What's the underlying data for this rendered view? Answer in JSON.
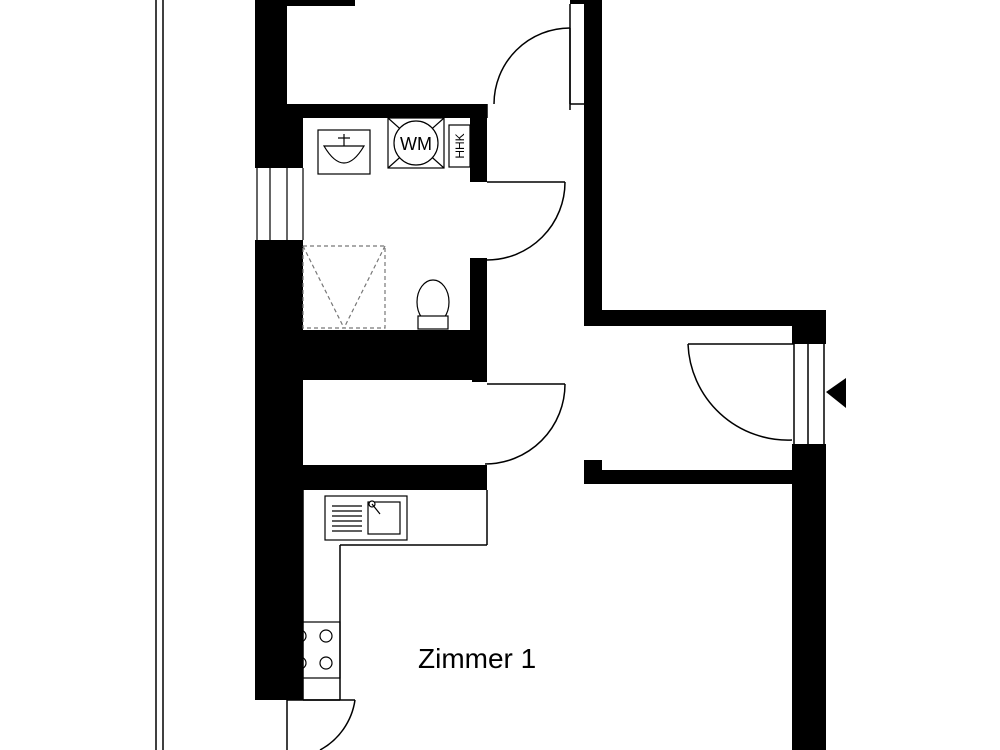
{
  "plan": {
    "rooms": {
      "zimmer_1": "Zimmer 1"
    },
    "fixtures": {
      "washing_machine": "WM",
      "hhk": "HHK"
    },
    "icons": {
      "entrance_marker": "entrance-arrow-icon",
      "sink": "washbasin-icon",
      "toilet": "toilet-icon",
      "shower": "shower-tray-icon",
      "kitchen_sink": "kitchen-sink-icon",
      "stove": "stove-icon"
    },
    "colors": {
      "wall": "#000000",
      "background": "#ffffff",
      "line": "#000000",
      "dashed": "#777777"
    }
  }
}
